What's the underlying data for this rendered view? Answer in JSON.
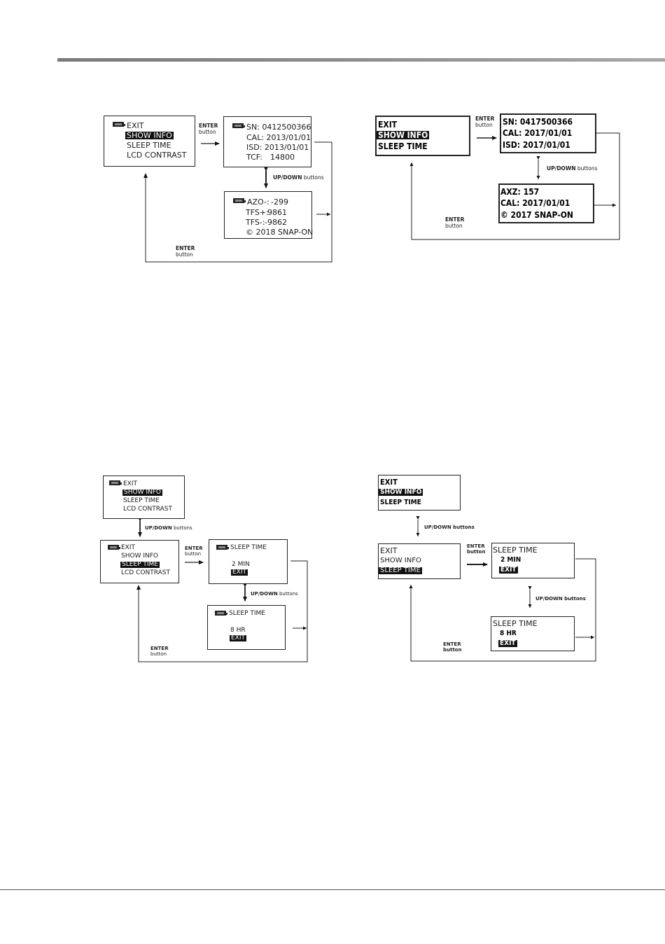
{
  "labels": {
    "enter": "ENTER",
    "button": "button",
    "updown_strong": "UP/DOWN",
    "updown_rest": " buttons",
    "updown_full": "UP/DOWN buttons"
  },
  "diagram1": {
    "menu": [
      "EXIT",
      "SHOW INFO",
      "SLEEP TIME",
      "LCD CONTRAST"
    ],
    "info1": [
      "SN: 0412500366",
      "CAL: 2013/01/01",
      "ISD: 2013/01/01",
      "TCF:",
      "14800"
    ],
    "info2": [
      "AZO-:",
      "-299",
      "TFS+:",
      "9861",
      "TFS-:",
      "-9862",
      "© 2018 SNAP-ON"
    ]
  },
  "diagram2": {
    "menu": [
      "EXIT",
      "SHOW INFO",
      "SLEEP TIME"
    ],
    "info1": [
      "SN: 0417500366",
      "CAL: 2017/01/01",
      "ISD: 2017/01/01"
    ],
    "info2": [
      "AXZ: 157",
      "CAL: 2017/01/01",
      "© 2017 SNAP-ON"
    ]
  },
  "diagram3": {
    "menu_a": [
      "EXIT",
      "SHOW INFO",
      "SLEEP TIME",
      "LCD CONTRAST"
    ],
    "menu_b": [
      "EXIT",
      "SHOW INFO",
      "SLEEP TIME",
      "LCD CONTRAST"
    ],
    "sleep1": [
      "SLEEP TIME",
      "2 MIN",
      "EXIT"
    ],
    "sleep2": [
      "SLEEP TIME",
      "8 HR",
      "EXIT"
    ]
  },
  "diagram4": {
    "menu_a": [
      "EXIT",
      "SHOW INFO",
      "SLEEP TIME"
    ],
    "menu_b": [
      "EXIT",
      "SHOW INFO",
      "SLEEP TIME"
    ],
    "sleep1": [
      "SLEEP TIME",
      "2 MIN",
      "EXIT"
    ],
    "sleep2": [
      "SLEEP TIME",
      "8 HR",
      "EXIT"
    ]
  }
}
